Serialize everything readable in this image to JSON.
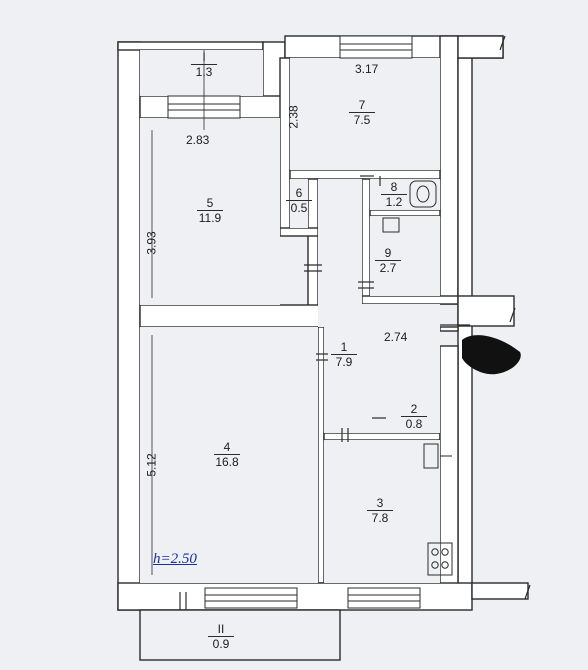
{
  "plan": {
    "height_note": "h=2.50",
    "rooms": [
      {
        "id": "I",
        "area": "1.3"
      },
      {
        "id": "7",
        "area": "7.5"
      },
      {
        "id": "5",
        "area": "11.9"
      },
      {
        "id": "6",
        "area": "0.5"
      },
      {
        "id": "8",
        "area": "1.2"
      },
      {
        "id": "9",
        "area": "2.7"
      },
      {
        "id": "1",
        "area": "7.9"
      },
      {
        "id": "2",
        "area": "0.8"
      },
      {
        "id": "4",
        "area": "16.8"
      },
      {
        "id": "3",
        "area": "7.8"
      },
      {
        "id": "II",
        "area": "0.9"
      }
    ],
    "dimensions": [
      "3.17",
      "2.38",
      "2.83",
      "3.93",
      "2.74",
      "5.12"
    ]
  },
  "colors": {
    "wall": "#ffffff",
    "wall_edge": "#2b2b2b",
    "room_fill": "#eef0f3",
    "annotation": "#1a2f9a",
    "marker": "#111111"
  }
}
